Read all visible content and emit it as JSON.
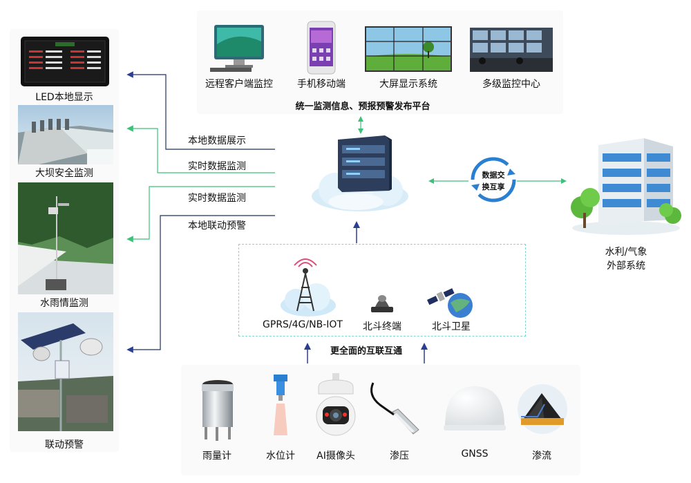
{
  "left_panel": {
    "items": [
      {
        "label": "LED本地显示"
      },
      {
        "label": "大坝安全监测"
      },
      {
        "label": "水雨情监测"
      },
      {
        "label": "联动预警"
      }
    ]
  },
  "top_panel": {
    "items": [
      {
        "label": "远程客户端监控"
      },
      {
        "label": "手机移动端"
      },
      {
        "label": "大屏显示系统"
      },
      {
        "label": "多级监控中心"
      }
    ],
    "caption": "统一监测信息、预报预警发布平台"
  },
  "links": [
    {
      "label": "本地数据展示"
    },
    {
      "label": "实时数据监测"
    },
    {
      "label": "实时数据监测"
    },
    {
      "label": "本地联动预警"
    }
  ],
  "exchange": {
    "line1": "数据交",
    "line2": "换互享"
  },
  "external": {
    "line1": "水利/气象",
    "line2": "外部系统"
  },
  "comm": {
    "items": [
      {
        "label": "GPRS/4G/NB-IOT"
      },
      {
        "label": "北斗终端"
      },
      {
        "label": "北斗卫星"
      }
    ],
    "caption": "更全面的互联互通"
  },
  "sensors": {
    "items": [
      {
        "label": "雨量计"
      },
      {
        "label": "水位计"
      },
      {
        "label": "AI摄像头"
      },
      {
        "label": "渗压"
      },
      {
        "label": "GNSS"
      },
      {
        "label": "渗流"
      }
    ]
  },
  "colors": {
    "green_arrow": "#3cc07a",
    "blue_arrow": "#2a3f8f",
    "dash": "#7fd8c8",
    "line": "#1f2f5f"
  }
}
